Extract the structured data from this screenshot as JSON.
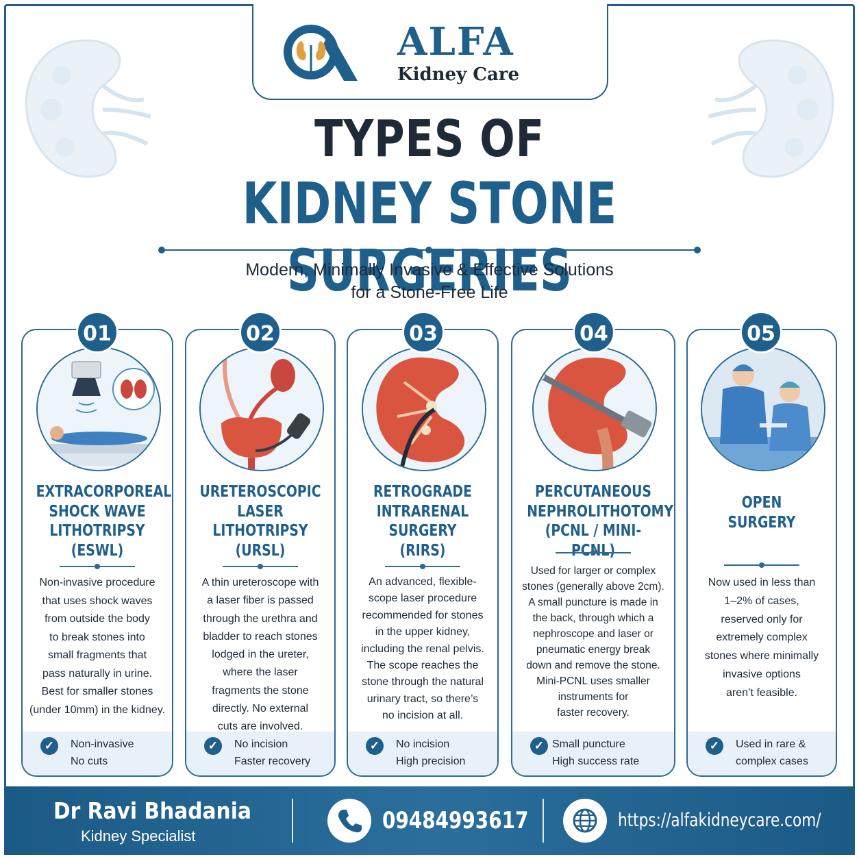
{
  "brand": {
    "name": "ALFA",
    "sub": "Kidney Care",
    "color": "#1f5f8b"
  },
  "header": {
    "title_line1": "TYPES OF",
    "title_line2": "KIDNEY STONE SURGERIES",
    "subtitle_line1": "Modern, Minimally Invasive & Effective Solutions",
    "subtitle_line2": "for a Stone-Free Life"
  },
  "cards": [
    {
      "number": "01",
      "title": [
        "EXTRACORPOREAL",
        "SHOCK WAVE",
        "LITHOTRIPSY",
        "(ESWL)"
      ],
      "desc": [
        "Non-invasive procedure",
        "that uses shock waves",
        "from outside the body",
        "to break stones into",
        "small fragments that",
        "pass naturally in urine.",
        "Best for smaller stones",
        "(under 10mm) in the kidney."
      ],
      "benefits": [
        "Non-invasive",
        "No cuts"
      ],
      "illustration": "eswl-machine-illustration"
    },
    {
      "number": "02",
      "title": [
        "URETEROSCOPIC",
        "LASER",
        "LITHOTRIPSY",
        "(URSL)"
      ],
      "desc": [
        "A thin ureteroscope with",
        "a laser fiber is passed",
        "through the urethra and",
        "bladder to reach stones",
        "lodged in the ureter,",
        "where the laser",
        "fragments the stone",
        "directly. No external",
        "cuts are involved."
      ],
      "benefits": [
        "No incision",
        "Faster recovery"
      ],
      "illustration": "ureteroscope-illustration"
    },
    {
      "number": "03",
      "title": [
        "RETROGRADE",
        "INTRARENAL",
        "SURGERY",
        "(RIRS)"
      ],
      "desc": [
        "An advanced, flexible-",
        "scope laser procedure",
        "recommended for stones",
        "in the upper kidney,",
        "including the renal pelvis.",
        "The scope reaches the",
        "stone through the natural",
        "urinary tract, so there’s",
        "no incision at all."
      ],
      "benefits": [
        "No incision",
        "High precision"
      ],
      "illustration": "kidney-scope-illustration"
    },
    {
      "number": "04",
      "title": [
        "PERCUTANEOUS",
        "NEPHROLITHOTOMY",
        "(PCNL / MINI-PCNL)"
      ],
      "desc": [
        "Used for larger or complex",
        "stones (generally above 2cm).",
        "A small puncture is made in",
        "the back, through which a",
        "nephroscope and laser or",
        "pneumatic energy break",
        "down and remove the stone.",
        "Mini-PCNL uses smaller",
        "instruments for",
        "faster recovery."
      ],
      "benefits": [
        "Small puncture",
        "High success rate"
      ],
      "illustration": "nephroscope-illustration"
    },
    {
      "number": "05",
      "title": [
        "OPEN",
        "SURGERY"
      ],
      "desc": [
        "Now used in less than",
        "1–2% of cases,",
        "reserved only for",
        "extremely complex",
        "stones where minimally",
        "invasive options",
        "aren’t feasible."
      ],
      "benefits": [
        "Used in rare &",
        "complex cases"
      ],
      "illustration": "surgeons-illustration"
    }
  ],
  "footer": {
    "doctor": "Dr Ravi Bhadania",
    "role": "Kidney Specialist",
    "phone": "09484993617",
    "website": "https://alfakidneycare.com/",
    "phone_icon": "phone-icon",
    "web_icon": "globe-icon"
  }
}
